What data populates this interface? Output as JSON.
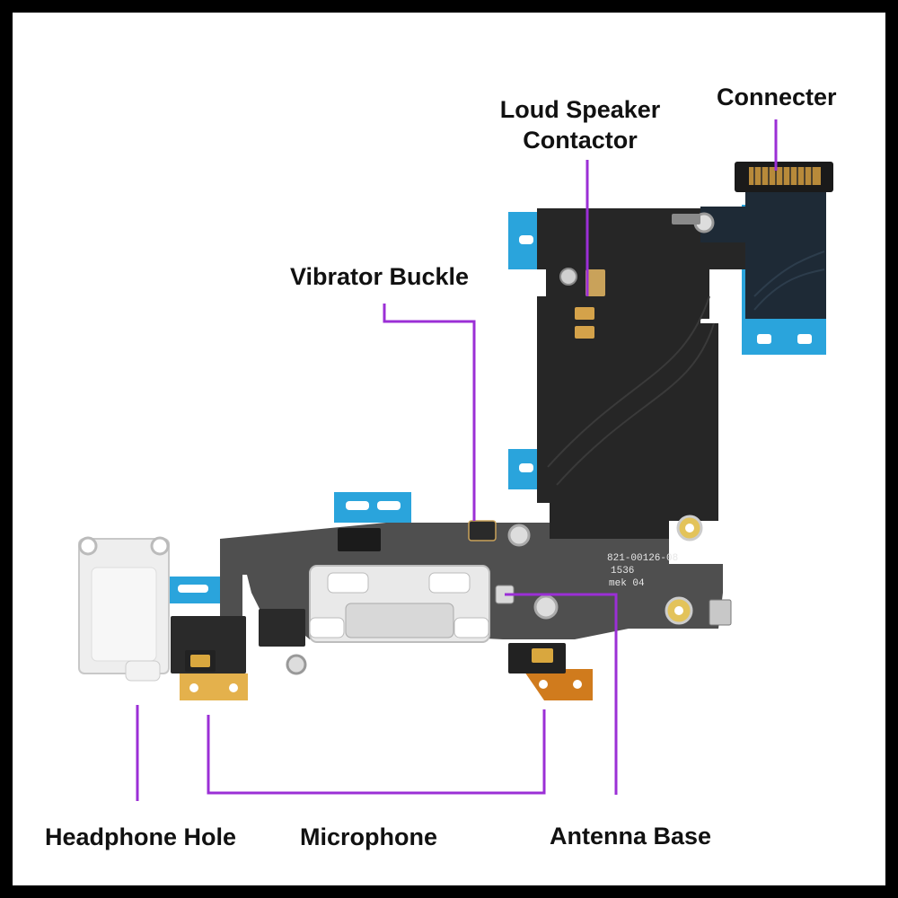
{
  "labels": {
    "connecter": "Connecter",
    "loud_speaker_line1": "Loud Speaker",
    "loud_speaker_line2": "Contactor",
    "vibrator_buckle": "Vibrator Buckle",
    "headphone_hole": "Headphone Hole",
    "microphone": "Microphone",
    "antenna_base": "Antenna Base"
  },
  "board_print": {
    "part_number": "821-00126-08",
    "line2": "1536",
    "line3": "mek 04"
  },
  "colors": {
    "leader_line": "#9b2fd6",
    "frame": "#000000",
    "flex_black": "#262626",
    "flex_grey": "#4f4f4f",
    "blue_tab": "#2aa4dc",
    "gold_pad": "#d4a24a",
    "white_plastic": "#eeeeee"
  }
}
